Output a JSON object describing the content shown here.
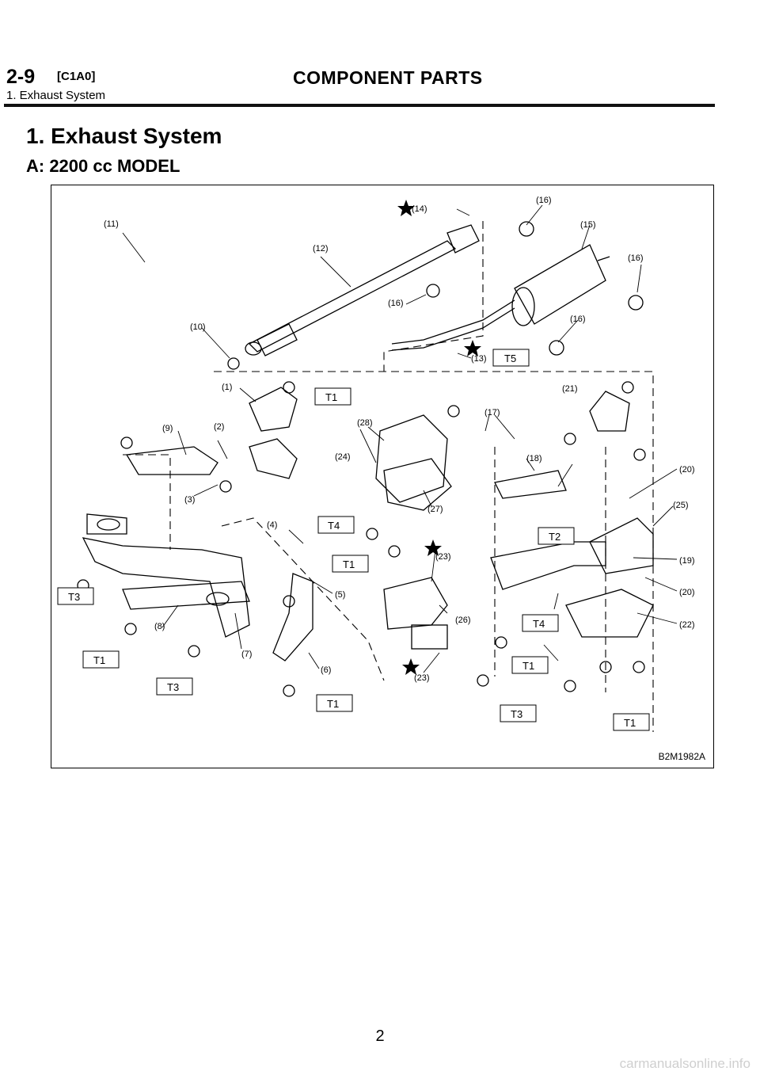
{
  "header": {
    "section_code": "2-9",
    "section_ref": "[C1A0]",
    "title": "COMPONENT PARTS",
    "breadcrumb": "1. Exhaust System"
  },
  "section_title": "1. Exhaust System",
  "subsection_title": "A: 2200 cc MODEL",
  "figure": {
    "id": "B2M1982A",
    "callouts": [
      "(1)",
      "(2)",
      "(3)",
      "(4)",
      "(5)",
      "(6)",
      "(7)",
      "(8)",
      "(9)",
      "(10)",
      "(11)",
      "(12)",
      "(13)",
      "(14)",
      "(15)",
      "(16)",
      "(17)",
      "(18)",
      "(19)",
      "(20)",
      "(21)",
      "(22)",
      "(23)",
      "(24)",
      "(25)",
      "(26)",
      "(27)",
      "(28)"
    ],
    "torque_labels": [
      "T1",
      "T2",
      "T3",
      "T4",
      "T5"
    ]
  },
  "page_number": "2",
  "watermark": "carmanualsonline.info"
}
